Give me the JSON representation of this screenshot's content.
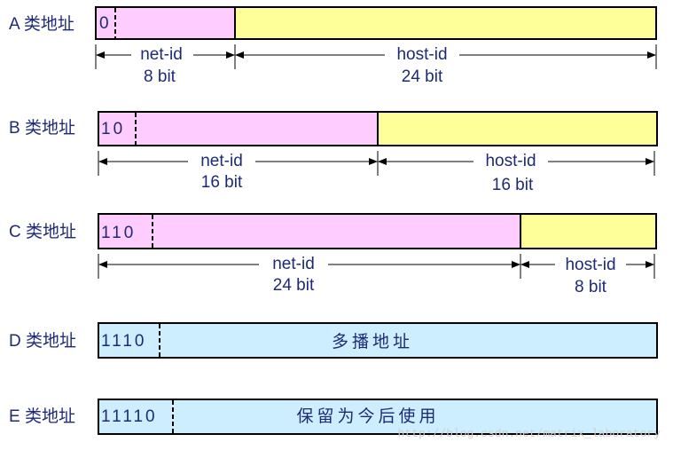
{
  "colors": {
    "net": "#ffccff",
    "host": "#ffff99",
    "special": "#cceeff",
    "text": "#1e2a78"
  },
  "rows": [
    {
      "label": "A 类地址",
      "bits": "0",
      "center_text": "",
      "net": {
        "name": "net-id",
        "size": "8 bit"
      },
      "host": {
        "name": "host-id",
        "size": "24 bit"
      }
    },
    {
      "label": "B 类地址",
      "bits": "10",
      "center_text": "",
      "net": {
        "name": "net-id",
        "size": "16 bit"
      },
      "host": {
        "name": "host-id",
        "size": "16 bit"
      }
    },
    {
      "label": "C 类地址",
      "bits": "110",
      "center_text": "",
      "net": {
        "name": "net-id",
        "size": "24 bit"
      },
      "host": {
        "name": "host-id",
        "size": "8 bit"
      }
    },
    {
      "label": "D 类地址",
      "bits": "1110",
      "center_text": "多播地址"
    },
    {
      "label": "E 类地址",
      "bits": "11110",
      "center_text": "保留为今后使用"
    }
  ],
  "watermark": "http://blog.csdn.net/matrix_laboratory"
}
